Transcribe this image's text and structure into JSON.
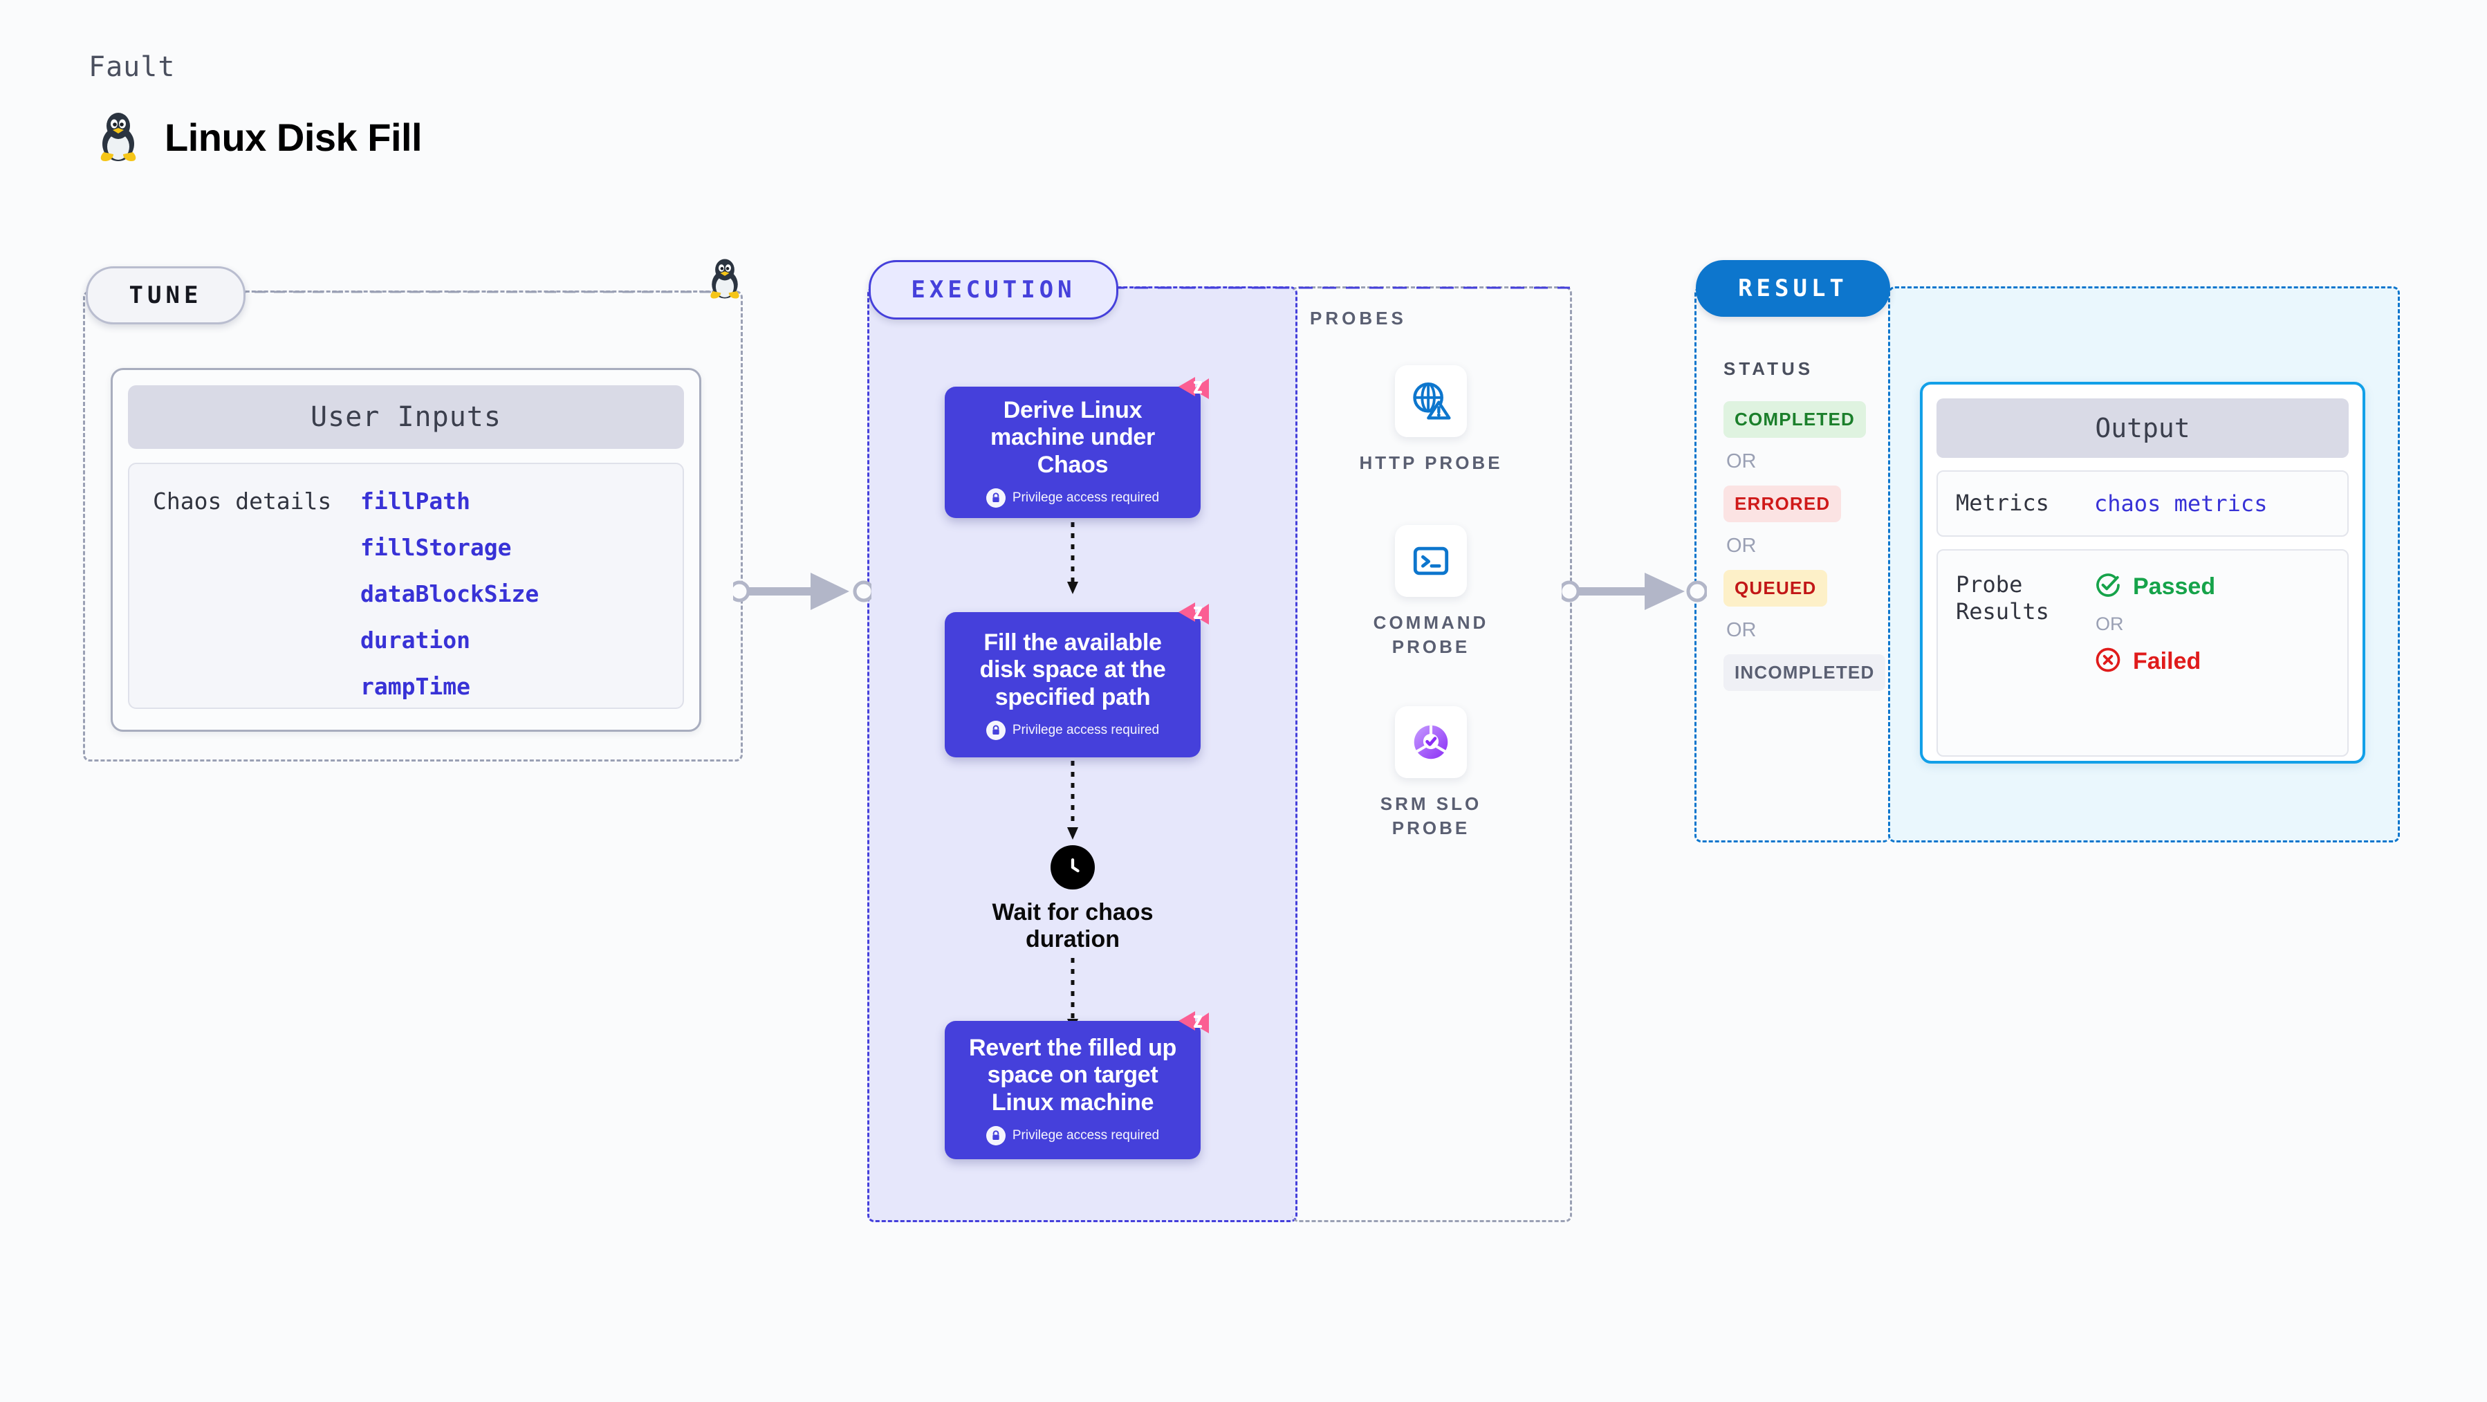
{
  "header": {
    "kicker": "Fault",
    "title": "Linux Disk Fill",
    "icon": "linux-penguin-icon"
  },
  "tune": {
    "badge": "TUNE",
    "card": {
      "header": "User Inputs",
      "key": "Chaos details",
      "values": [
        "fillPath",
        "fillStorage",
        "dataBlockSize",
        "duration",
        "rampTime"
      ]
    }
  },
  "execution": {
    "badge": "EXECUTION",
    "privilege_note": "Privilege access required",
    "nodes": [
      {
        "title": "Derive Linux machine under Chaos",
        "privilege": true,
        "badge_icon": "chaos-corner-icon"
      },
      {
        "title": "Fill the available disk space at the specified path",
        "privilege": true,
        "badge_icon": "chaos-corner-icon"
      },
      {
        "title": "Wait for chaos duration",
        "privilege": false,
        "icon": "clock-icon"
      },
      {
        "title": "Revert the filled up space on target Linux machine",
        "privilege": true,
        "badge_icon": "chaos-corner-icon"
      }
    ]
  },
  "probes": {
    "label": "PROBES",
    "items": [
      {
        "name": "HTTP PROBE",
        "icon": "globe-warning-icon"
      },
      {
        "name": "COMMAND PROBE",
        "icon": "terminal-icon"
      },
      {
        "name": "SRM SLO PROBE",
        "icon": "srm-slo-icon"
      }
    ]
  },
  "result": {
    "badge": "RESULT",
    "status_label": "STATUS",
    "or_label": "OR",
    "statuses": [
      {
        "label": "COMPLETED",
        "variant": "completed"
      },
      {
        "label": "ERRORED",
        "variant": "errored"
      },
      {
        "label": "QUEUED",
        "variant": "queued"
      },
      {
        "label": "INCOMPLETED",
        "variant": "incomplete"
      }
    ],
    "output": {
      "header": "Output",
      "metrics_key": "Metrics",
      "metrics_value": "chaos metrics",
      "probe_results_key": "Probe Results",
      "passed_label": "Passed",
      "failed_label": "Failed",
      "or_label": "OR"
    }
  },
  "colors": {
    "execution_accent": "#4540db",
    "result_accent": "#0d76cd",
    "output_border": "#12a0e8",
    "tune_border": "#9aa0b4",
    "chaos_badge": "#fb5e93",
    "link": "#3832d6",
    "passed": "#16a34a",
    "failed": "#e01b1b"
  }
}
